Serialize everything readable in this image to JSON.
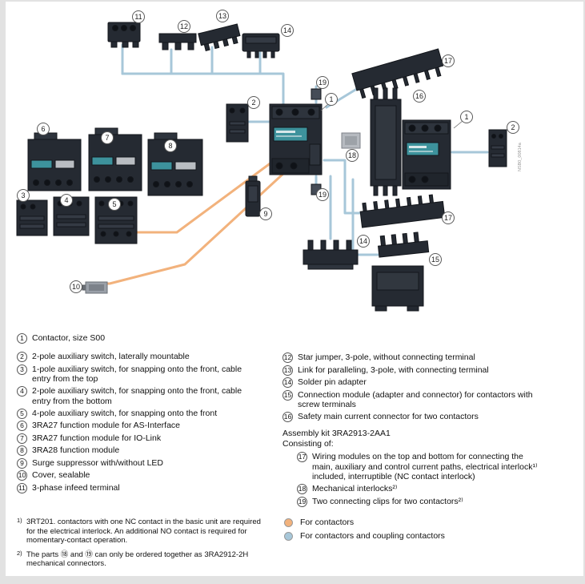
{
  "colors": {
    "orange": "#f2b27c",
    "blue": "#a7c7d9"
  },
  "diagram": {
    "image_id": "NSB0_00814a",
    "callouts": [
      "11",
      "12",
      "13",
      "14",
      "17",
      "19",
      "2",
      "1",
      "16",
      "1",
      "2",
      "18",
      "6",
      "7",
      "8",
      "3",
      "4",
      "5",
      "9",
      "19",
      "17",
      "14",
      "15",
      "10"
    ]
  },
  "legend_left": [
    {
      "n": "1",
      "text": "Contactor, size S00"
    },
    {
      "n": "2",
      "text": "2-pole auxiliary switch, laterally mountable"
    },
    {
      "n": "3",
      "text": "1-pole auxiliary switch, for snapping onto the front, cable entry from the top"
    },
    {
      "n": "4",
      "text": "2-pole auxiliary switch, for snapping onto the front, cable entry from the bottom"
    },
    {
      "n": "5",
      "text": "4-pole auxiliary switch, for snapping onto the front"
    },
    {
      "n": "6",
      "text": "3RA27 function module for AS-Interface"
    },
    {
      "n": "7",
      "text": "3RA27 function module for IO-Link"
    },
    {
      "n": "8",
      "text": "3RA28 function module"
    },
    {
      "n": "9",
      "text": "Surge suppressor with/without LED"
    },
    {
      "n": "10",
      "text": "Cover, sealable"
    },
    {
      "n": "11",
      "text": "3-phase infeed terminal"
    }
  ],
  "legend_right": [
    {
      "n": "12",
      "text": "Star jumper, 3-pole, without connecting terminal"
    },
    {
      "n": "13",
      "text": "Link for paralleling, 3-pole, with connecting terminal"
    },
    {
      "n": "14",
      "text": "Solder pin adapter"
    },
    {
      "n": "15",
      "text": "Connection module (adapter and connector) for contactors with screw terminals"
    },
    {
      "n": "16",
      "text": "Safety main current connector for two contactors"
    }
  ],
  "assembly_kit": {
    "title": "Assembly kit 3RA2913-2AA1",
    "subtitle": "Consisting of:",
    "items": [
      {
        "n": "17",
        "text": "Wiring modules on the top and bottom for connecting the main, auxiliary and control current paths, electrical interlock¹⁾ included, interruptible (NC contact interlock)"
      },
      {
        "n": "18",
        "text": "Mechanical interlocks²⁾"
      },
      {
        "n": "19",
        "text": "Two connecting clips for two contactors²⁾"
      }
    ]
  },
  "key": {
    "orange_label": "For contactors",
    "blue_label": "For contactors and coupling contactors"
  },
  "footnotes": [
    {
      "marker": "1)",
      "text": "3RT201. contactors with one NC contact in the basic unit are required for the electrical interlock. An additional NO contact is required for momentary-contact operation."
    },
    {
      "marker": "2)",
      "text": "The parts ⑱ and ⑲ can only be ordered together as 3RA2912-2H mechanical connectors."
    }
  ]
}
